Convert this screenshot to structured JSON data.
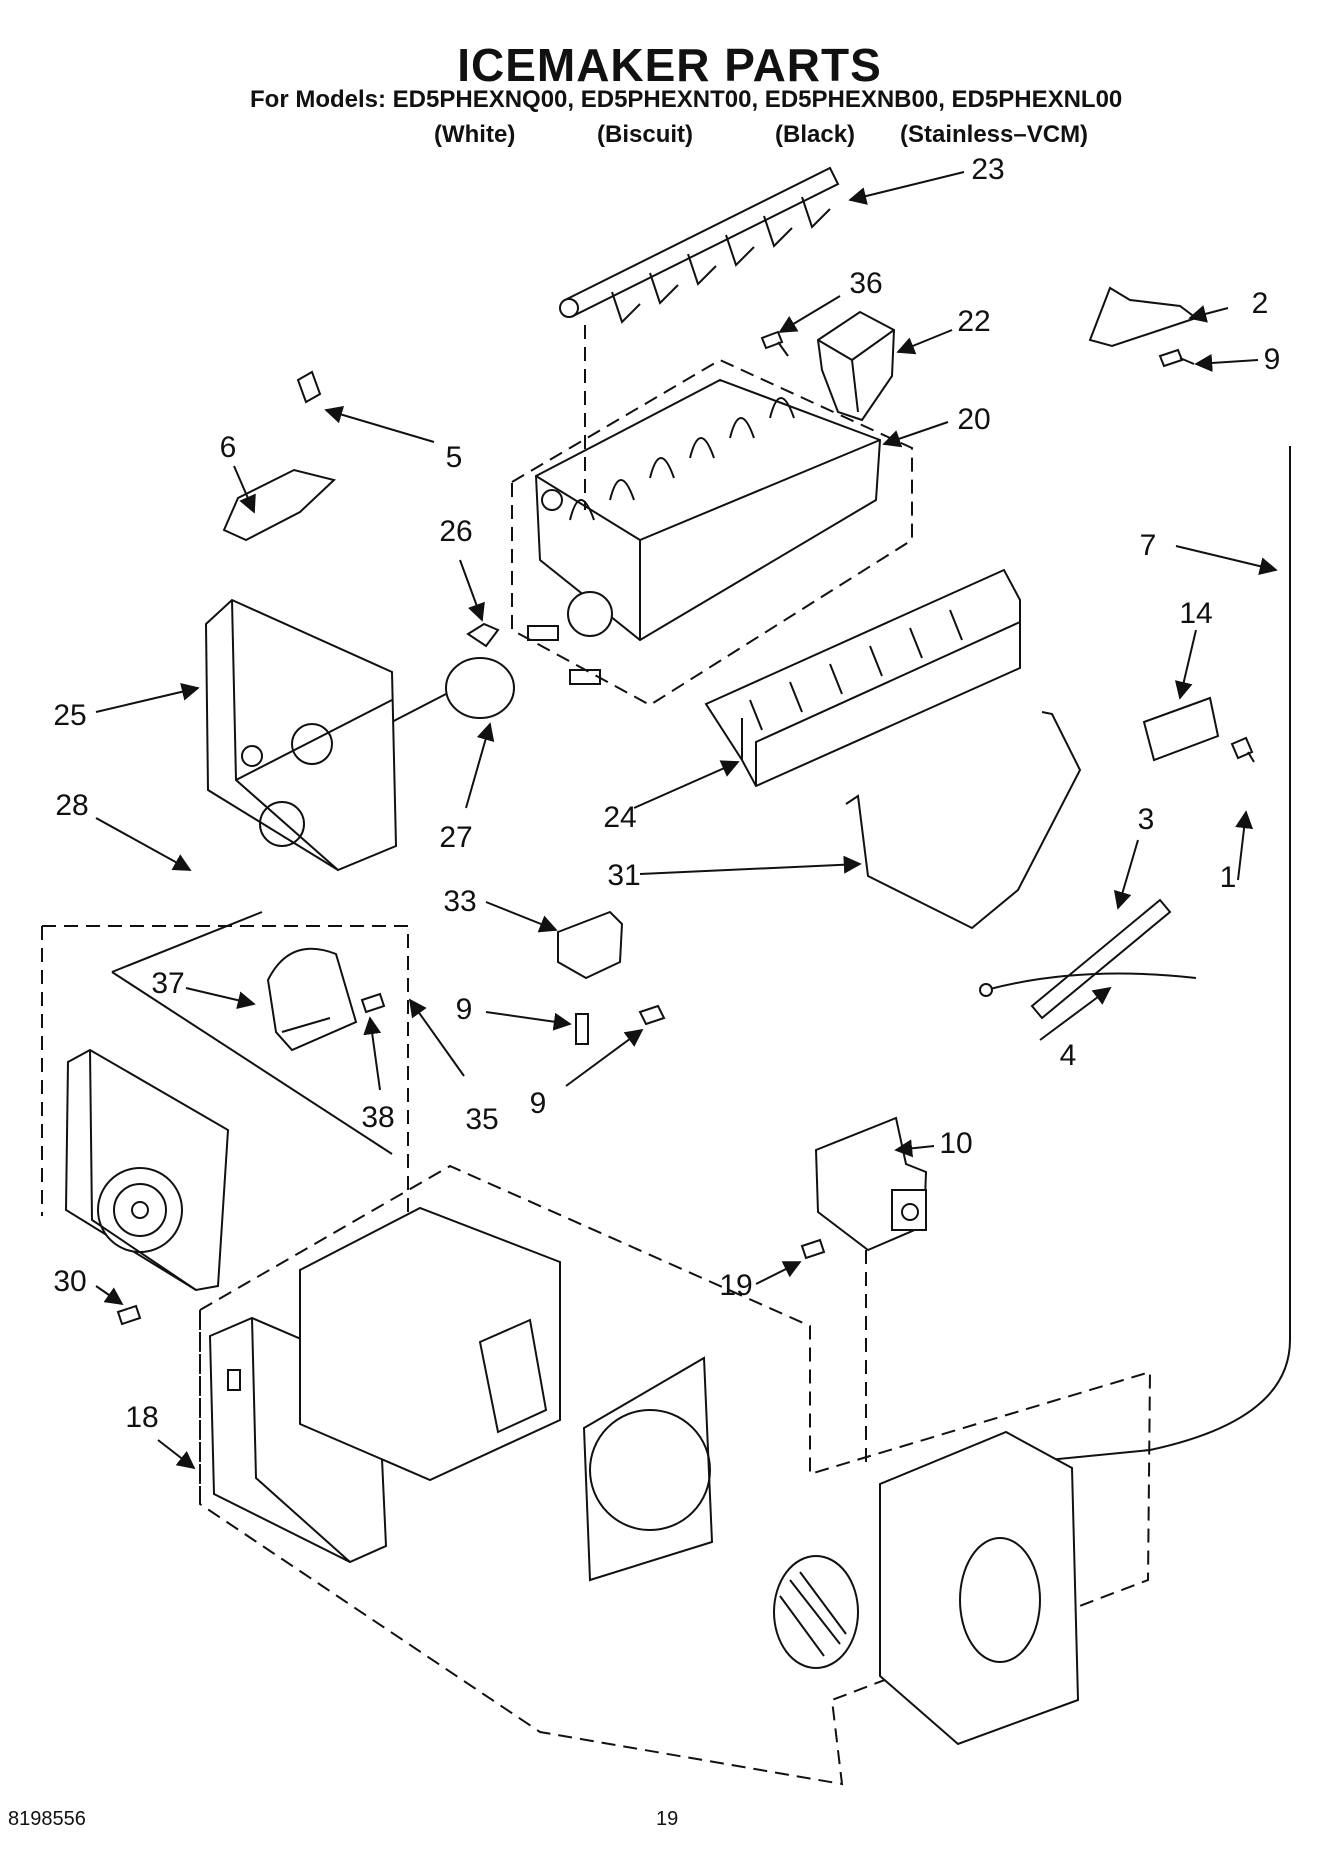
{
  "header": {
    "title": "ICEMAKER PARTS",
    "models_line": "For Models: ED5PHEXNQ00, ED5PHEXNT00, ED5PHEXNB00, ED5PHEXNL00",
    "variants": [
      "(White)",
      "(Biscuit)",
      "(Black)",
      "(Stainless–VCM)"
    ]
  },
  "callouts": {
    "c23": "23",
    "c36": "36",
    "c22": "22",
    "c2": "2",
    "c9a": "9",
    "c5": "5",
    "c6": "6",
    "c20": "20",
    "c26": "26",
    "c7": "7",
    "c14": "14",
    "c25": "25",
    "c28": "28",
    "c27": "27",
    "c24": "24",
    "c3": "3",
    "c31": "31",
    "c1": "1",
    "c33": "33",
    "c37": "37",
    "c9b": "9",
    "c4": "4",
    "c38": "38",
    "c35": "35",
    "c9c": "9",
    "c10": "10",
    "c30": "30",
    "c19": "19",
    "c18": "18"
  },
  "footer": {
    "doc_number": "8198556",
    "page_number": "19"
  }
}
